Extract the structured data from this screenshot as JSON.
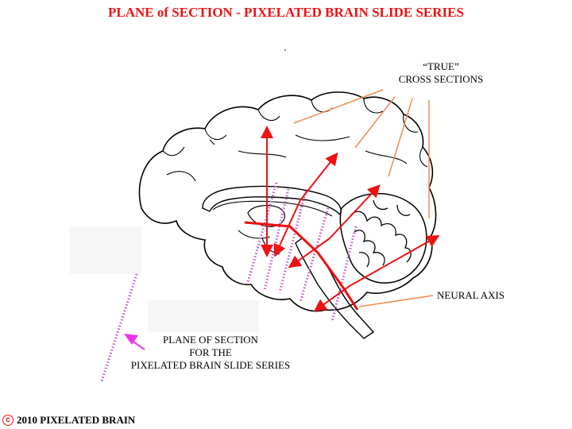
{
  "title": "PLANE of SECTION - PIXELATED BRAIN SLIDE SERIES",
  "labels": {
    "true_line1": "“TRUE”",
    "true_line2": "CROSS SECTIONS",
    "neural_axis": "NEURAL AXIS",
    "plane_line1": "PLANE OF SECTION",
    "plane_line2": "FOR THE",
    "plane_line3": "PIXELATED BRAIN SLIDE SERIES"
  },
  "footer": {
    "copyright_symbol": "c",
    "text": "2010  PIXELATED BRAIN"
  },
  "colors": {
    "title": "#ee1111",
    "arrows": "#ee1111",
    "pointer_lines": "#f08a4b",
    "plane_dashes": "#cc55cc",
    "plane_arrow": "#ee33ee",
    "outline": "#000000"
  }
}
